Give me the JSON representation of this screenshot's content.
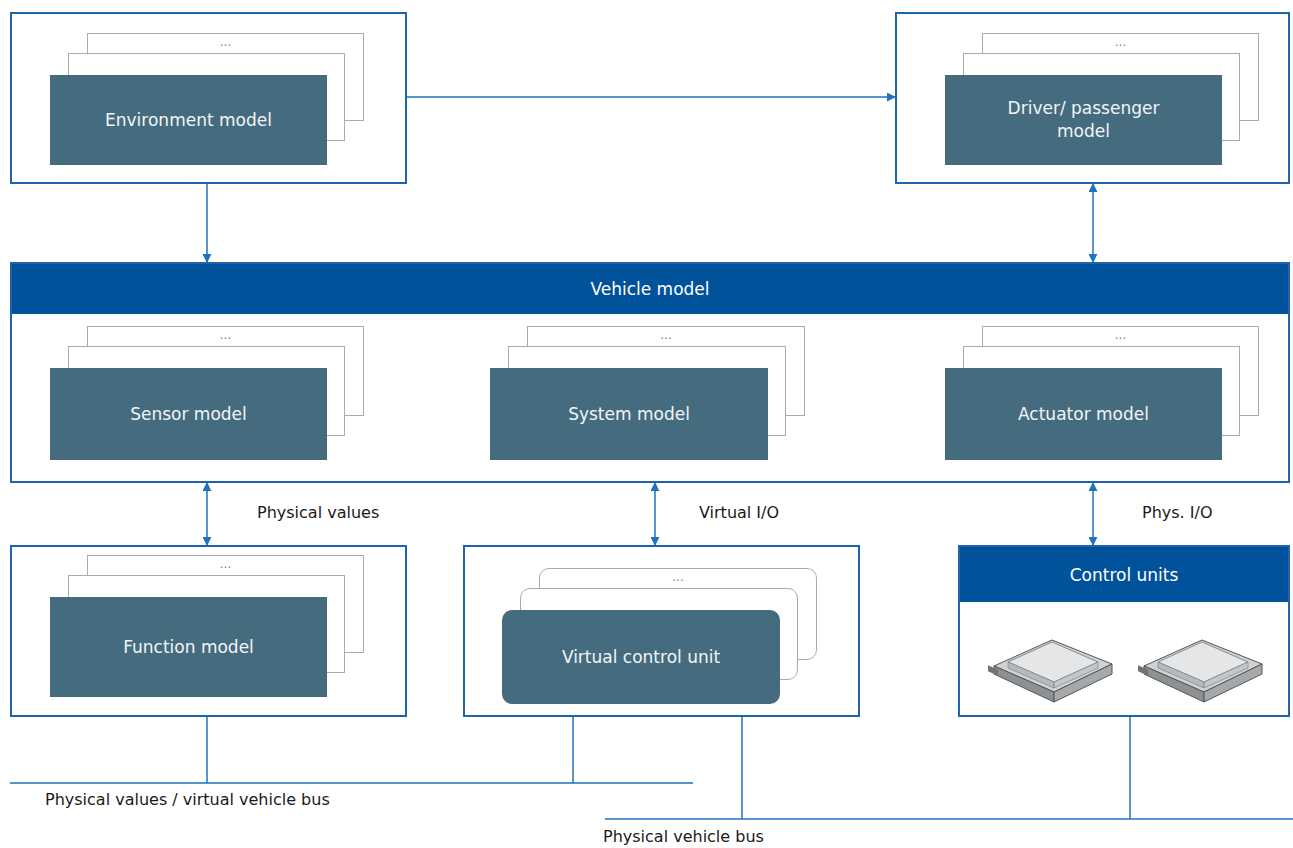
{
  "diagram": {
    "nodes": [
      {
        "text": []
      },
      {
        "text": [
          "Environment model"
        ],
        "in": 0
      },
      {
        "text": []
      },
      {
        "text": [
          "Driver/ passenger model"
        ],
        "in": 2
      },
      {
        "text": [
          "Vehicle model"
        ]
      },
      {
        "text": [
          "Sensor model"
        ],
        "in": 4
      },
      {
        "text": [
          "System model"
        ],
        "in": 4
      },
      {
        "text": [
          "Actuator model"
        ],
        "in": 4
      },
      {
        "text": []
      },
      {
        "text": [
          "Function model"
        ],
        "in": 8
      },
      {
        "text": []
      },
      {
        "text": [
          "Virtual control unit"
        ],
        "in": 10
      },
      {
        "text": [
          "Control units"
        ]
      }
    ],
    "edges": [
      {
        "from": 0,
        "to": 2,
        "arrow": "to"
      },
      {
        "from": 0,
        "to": 4,
        "arrow": "to"
      },
      {
        "from": 2,
        "to": 4,
        "arrow": "both"
      },
      {
        "from": 4,
        "to": 8,
        "label": "Physical values",
        "arrow": "both"
      },
      {
        "from": 4,
        "to": 10,
        "label": "Virtual I/O",
        "arrow": "both"
      },
      {
        "from": 4,
        "to": 12,
        "label": "Phys. I/O",
        "arrow": "both"
      }
    ],
    "labels": [
      "...",
      "...",
      "...",
      "...",
      "...",
      "...",
      "...",
      "Physical values / virtual vehicle bus",
      "Physical vehicle bus"
    ]
  }
}
